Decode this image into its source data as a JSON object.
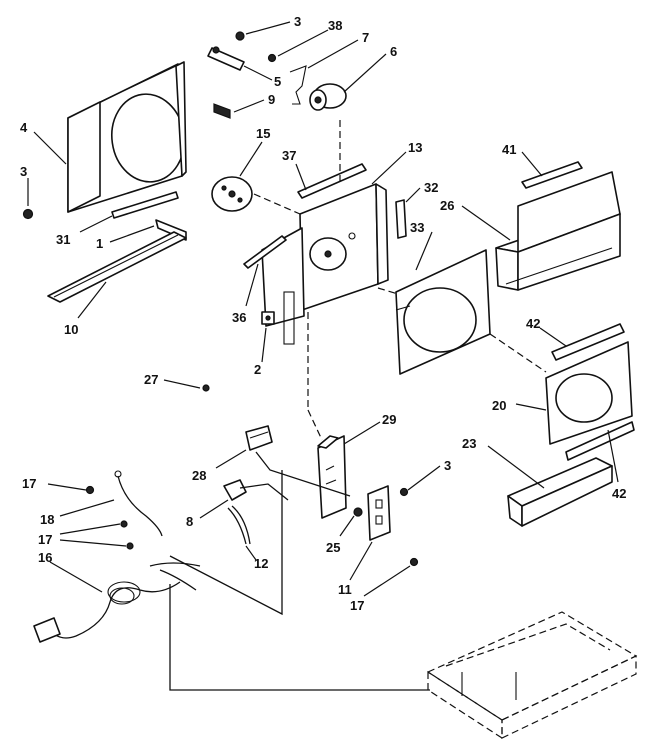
{
  "callouts": [
    {
      "id": "c3a",
      "text": "3"
    },
    {
      "id": "c38",
      "text": "38"
    },
    {
      "id": "c7",
      "text": "7"
    },
    {
      "id": "c6",
      "text": "6"
    },
    {
      "id": "c5",
      "text": "5"
    },
    {
      "id": "c9",
      "text": "9"
    },
    {
      "id": "c4",
      "text": "4"
    },
    {
      "id": "c3b",
      "text": "3"
    },
    {
      "id": "c15",
      "text": "15"
    },
    {
      "id": "c37",
      "text": "37"
    },
    {
      "id": "c13",
      "text": "13"
    },
    {
      "id": "c41",
      "text": "41"
    },
    {
      "id": "c32",
      "text": "32"
    },
    {
      "id": "c26",
      "text": "26"
    },
    {
      "id": "c31",
      "text": "31"
    },
    {
      "id": "c1",
      "text": "1"
    },
    {
      "id": "c33",
      "text": "33"
    },
    {
      "id": "c10",
      "text": "10"
    },
    {
      "id": "c36",
      "text": "36"
    },
    {
      "id": "c42a",
      "text": "42"
    },
    {
      "id": "c2",
      "text": "2"
    },
    {
      "id": "c27",
      "text": "27"
    },
    {
      "id": "c20",
      "text": "20"
    },
    {
      "id": "c29",
      "text": "29"
    },
    {
      "id": "c23",
      "text": "23"
    },
    {
      "id": "c28",
      "text": "28"
    },
    {
      "id": "c3c",
      "text": "3"
    },
    {
      "id": "c17a",
      "text": "17"
    },
    {
      "id": "c42b",
      "text": "42"
    },
    {
      "id": "c18",
      "text": "18"
    },
    {
      "id": "c8",
      "text": "8"
    },
    {
      "id": "c17b",
      "text": "17"
    },
    {
      "id": "c25",
      "text": "25"
    },
    {
      "id": "c16",
      "text": "16"
    },
    {
      "id": "c12",
      "text": "12"
    },
    {
      "id": "c11",
      "text": "11"
    },
    {
      "id": "c17c",
      "text": "17"
    }
  ]
}
